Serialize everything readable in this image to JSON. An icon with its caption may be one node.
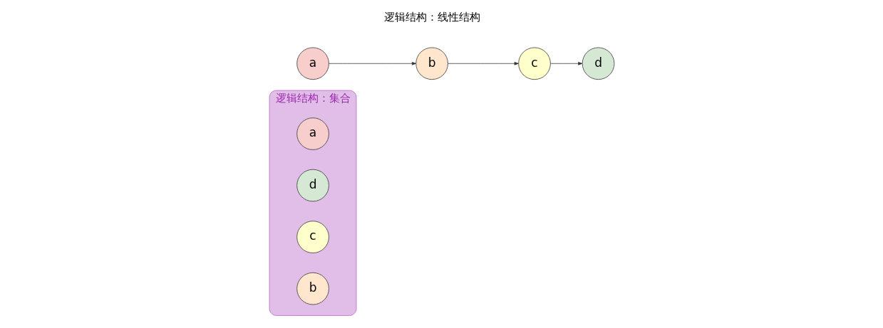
{
  "diagram": {
    "nodes": [
      {
        "text": [
          "逻辑结构：集合"
        ]
      },
      {
        "text": [
          "a"
        ],
        "in": 0
      },
      {
        "text": [
          "d"
        ],
        "in": 0
      },
      {
        "text": [
          "c"
        ],
        "in": 0
      },
      {
        "text": [
          "b"
        ],
        "in": 0
      },
      {
        "text": [
          "a"
        ]
      },
      {
        "text": [
          "b"
        ]
      },
      {
        "text": [
          "c"
        ]
      },
      {
        "text": [
          "d"
        ]
      }
    ],
    "edges": [
      {
        "from": 5,
        "to": 6,
        "arrow": "to"
      },
      {
        "from": 6,
        "to": 7,
        "arrow": "to"
      },
      {
        "from": 7,
        "to": 8,
        "arrow": "to"
      }
    ],
    "labels": [
      "逻辑结构：线性结构"
    ]
  }
}
